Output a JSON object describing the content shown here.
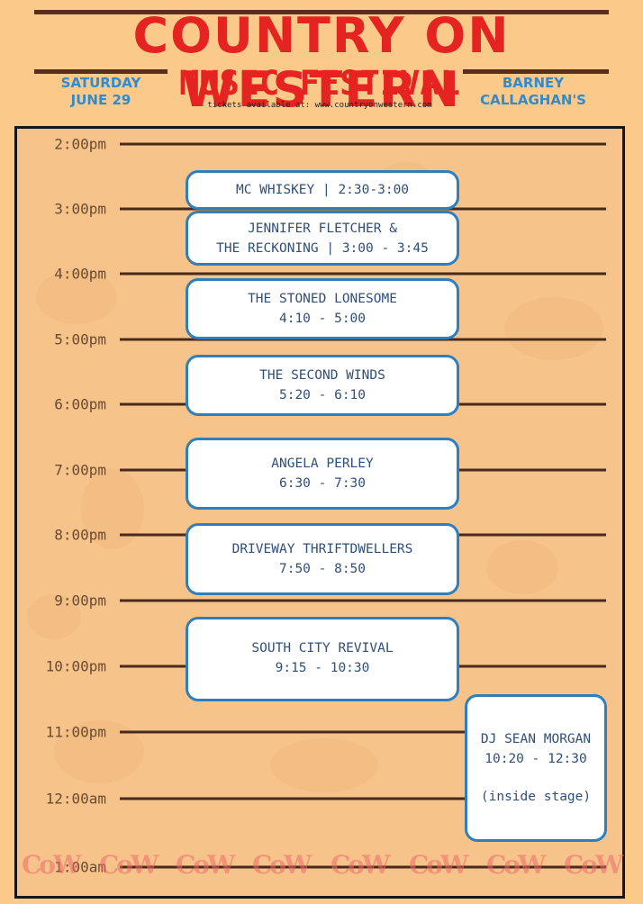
{
  "header": {
    "title_line1": "COUNTRY ON WESTERN",
    "title_line2": "MUSIC FESTIVAL",
    "tickets_text": "tickets available at: www.countryonwestern.com",
    "date_line1": "SATURDAY",
    "date_line2": "JUNE 29",
    "venue_line1": "BARNEY",
    "venue_line2": "CALLAGHAN'S"
  },
  "times": [
    "2:00pm",
    "3:00pm",
    "4:00pm",
    "5:00pm",
    "6:00pm",
    "7:00pm",
    "8:00pm",
    "9:00pm",
    "10:00pm",
    "11:00pm",
    "12:00am",
    "1:00am"
  ],
  "acts": [
    {
      "line1": "MC WHISKEY | 2:30-3:00",
      "line2": ""
    },
    {
      "line1": "JENNIFER FLETCHER &",
      "line2": "THE RECKONING | 3:00 - 3:45"
    },
    {
      "line1": "THE STONED LONESOME",
      "line2": "4:10 - 5:00"
    },
    {
      "line1": "THE SECOND WINDS",
      "line2": "5:20 - 6:10"
    },
    {
      "line1": "ANGELA PERLEY",
      "line2": "6:30 - 7:30"
    },
    {
      "line1": "DRIVEWAY THRIFTDWELLERS",
      "line2": "7:50 - 8:50"
    },
    {
      "line1": "SOUTH CITY REVIVAL",
      "line2": "9:15 - 10:30"
    }
  ],
  "dj": {
    "line1": "DJ SEAN MORGAN",
    "line2": "10:20 - 12:30",
    "line3": "(inside stage)"
  },
  "footer_logo": "CoW",
  "colors": {
    "title_red": "#e52320",
    "accent_blue": "#2d8dd0",
    "box_border": "#2e7fbb",
    "background": "#fbc98a",
    "line_brown": "#4a2a1c"
  }
}
